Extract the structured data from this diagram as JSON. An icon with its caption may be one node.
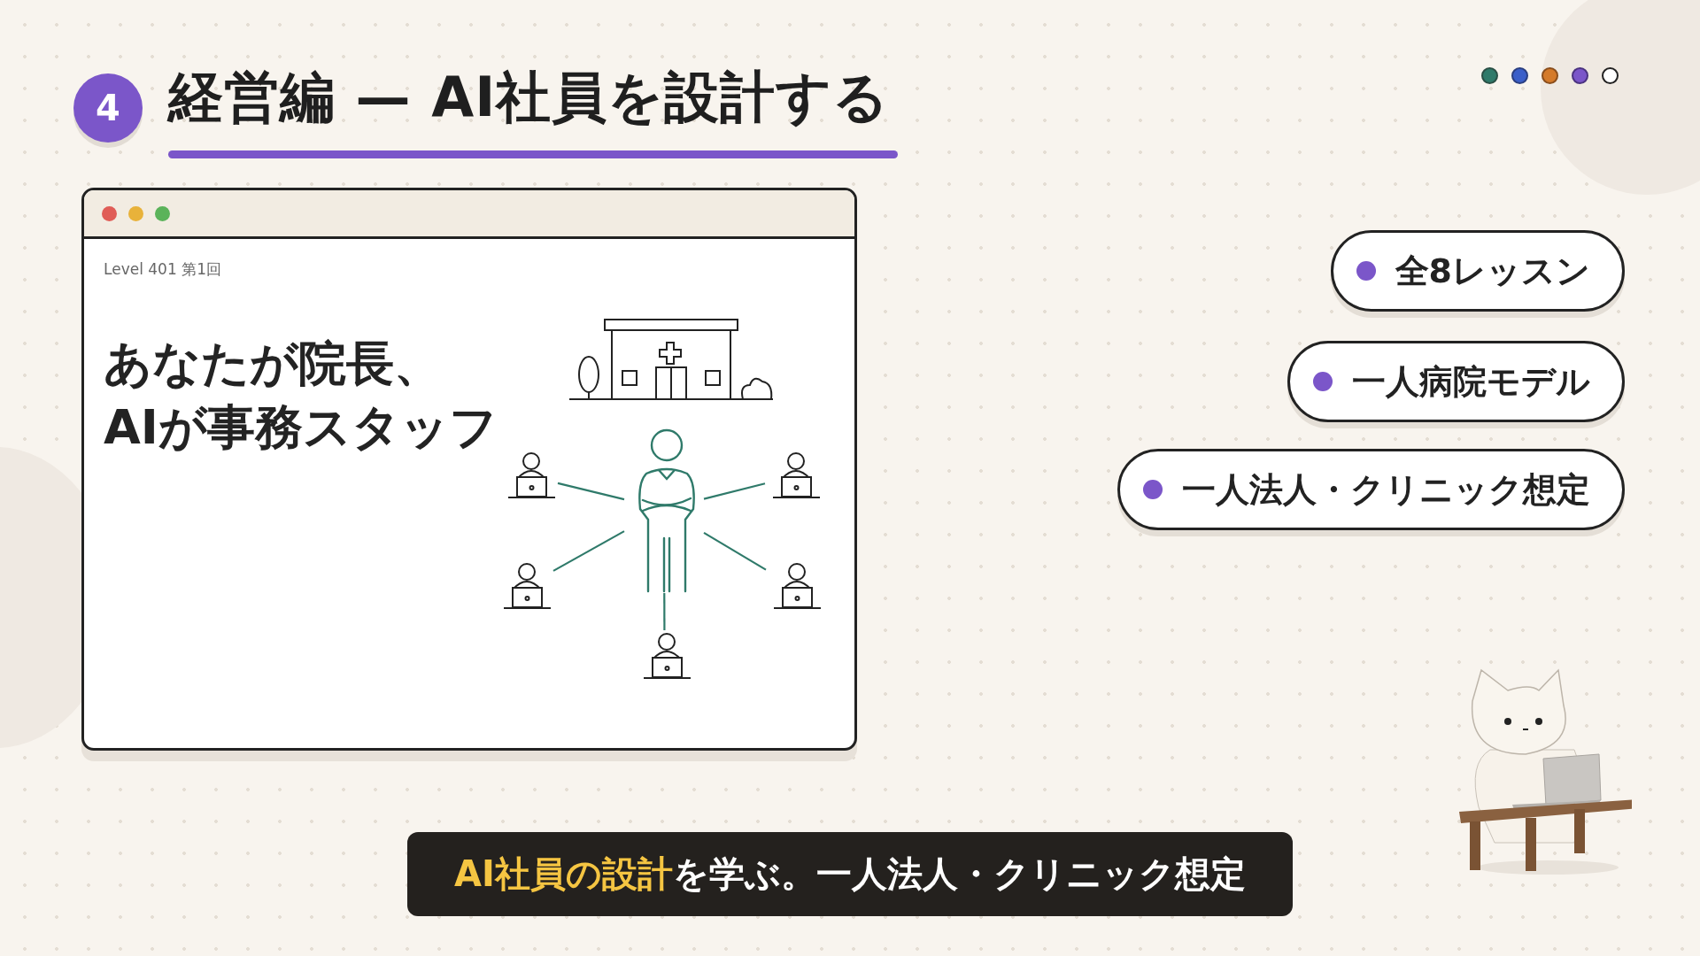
{
  "diagram": {
    "title": "経営編 — AI社員を設計する",
    "nodes": [
      {
        "text": [
          "4"
        ]
      },
      {
        "text": [
          "Level 401 第1回",
          "あなたが院長、AIが事務スタッフ"
        ]
      },
      {
        "text": [],
        "shape": "person",
        "in": 1
      },
      {
        "text": [],
        "shape": "picture",
        "in": 1
      },
      {
        "text": [],
        "shape": "picture",
        "in": 1
      },
      {
        "text": [],
        "shape": "picture",
        "in": 1
      },
      {
        "text": [],
        "shape": "picture",
        "in": 1
      },
      {
        "text": [],
        "shape": "picture",
        "in": 1
      },
      {
        "text": [
          "全8レッスン"
        ]
      },
      {
        "text": [
          "一人病院モデル"
        ]
      },
      {
        "text": [
          "一人法人・クリニック想定"
        ]
      },
      {
        "text": [
          "**AI社員の設計**を学ぶ。一人法人・クリニック想定"
        ]
      }
    ],
    "edges": [
      {
        "from": 2,
        "to": 3,
        "arrow": "none"
      },
      {
        "from": 2,
        "to": 4,
        "arrow": "none"
      },
      {
        "from": 2,
        "to": 5,
        "arrow": "none"
      },
      {
        "from": 2,
        "to": 6,
        "arrow": "none"
      },
      {
        "from": 2,
        "to": 7,
        "arrow": "none"
      }
    ]
  }
}
